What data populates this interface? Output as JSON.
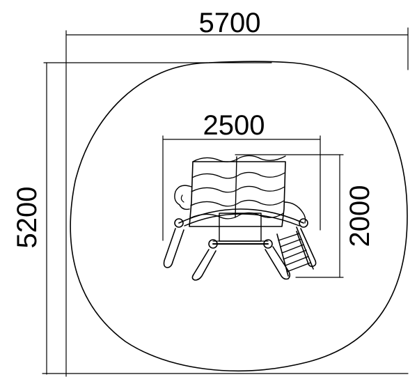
{
  "dimensions": {
    "overall_width": "5700",
    "overall_depth": "5200",
    "equipment_width": "2500",
    "equipment_depth": "2000"
  },
  "colors": {
    "line": "#000000",
    "background": "#ffffff"
  }
}
